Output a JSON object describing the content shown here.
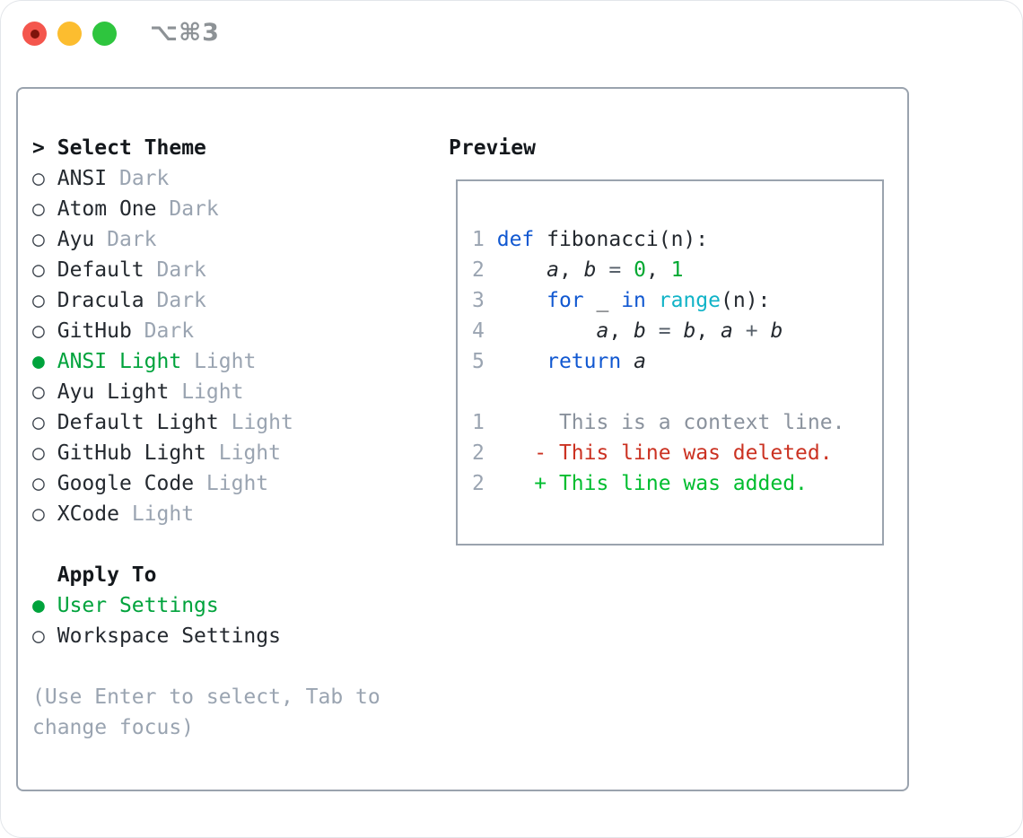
{
  "window": {
    "title": "⌥⌘3",
    "traffic_lights": [
      {
        "name": "close",
        "color": "#f4564d"
      },
      {
        "name": "minimize",
        "color": "#fcbd2f"
      },
      {
        "name": "zoom",
        "color": "#2ec53e"
      }
    ]
  },
  "panel": {
    "theme_section": {
      "prompt": ">",
      "header": "Select Theme",
      "themes": [
        {
          "name": "ANSI",
          "variant": "Dark",
          "selected": false
        },
        {
          "name": "Atom One",
          "variant": "Dark",
          "selected": false
        },
        {
          "name": "Ayu",
          "variant": "Dark",
          "selected": false
        },
        {
          "name": "Default",
          "variant": "Dark",
          "selected": false
        },
        {
          "name": "Dracula",
          "variant": "Dark",
          "selected": false
        },
        {
          "name": "GitHub",
          "variant": "Dark",
          "selected": false
        },
        {
          "name": "ANSI Light",
          "variant": "Light",
          "selected": true
        },
        {
          "name": "Ayu Light",
          "variant": "Light",
          "selected": false
        },
        {
          "name": "Default Light",
          "variant": "Light",
          "selected": false
        },
        {
          "name": "GitHub Light",
          "variant": "Light",
          "selected": false
        },
        {
          "name": "Google Code",
          "variant": "Light",
          "selected": false
        },
        {
          "name": "XCode",
          "variant": "Light",
          "selected": false
        }
      ]
    },
    "apply_section": {
      "header": "Apply To",
      "options": [
        {
          "label": "User Settings",
          "selected": true
        },
        {
          "label": "Workspace Settings",
          "selected": false
        }
      ]
    },
    "help_lines": [
      "(Use Enter to select, Tab to",
      "change focus)"
    ],
    "preview": {
      "header": "Preview",
      "code_lines": [
        {
          "tokens": [
            [
              "1",
              "num"
            ],
            [
              " ",
              "fg"
            ],
            [
              "def",
              "kw"
            ],
            [
              " fibonacci(n):",
              "fg"
            ]
          ]
        },
        {
          "tokens": [
            [
              "2",
              "num"
            ],
            [
              "     ",
              "fg"
            ],
            [
              "a",
              "var"
            ],
            [
              ", ",
              "fg"
            ],
            [
              "b",
              "var"
            ],
            [
              " ",
              "fg"
            ],
            [
              "=",
              "op"
            ],
            [
              " ",
              "fg"
            ],
            [
              "0",
              "lit"
            ],
            [
              ", ",
              "fg"
            ],
            [
              "1",
              "lit"
            ]
          ]
        },
        {
          "tokens": [
            [
              "3",
              "num"
            ],
            [
              "     ",
              "fg"
            ],
            [
              "for",
              "kw"
            ],
            [
              " _ ",
              "fg"
            ],
            [
              "in",
              "kw"
            ],
            [
              " ",
              "fg"
            ],
            [
              "range",
              "fn"
            ],
            [
              "(n):",
              "fg"
            ]
          ]
        },
        {
          "tokens": [
            [
              "4",
              "num"
            ],
            [
              "         ",
              "fg"
            ],
            [
              "a",
              "var"
            ],
            [
              ", ",
              "fg"
            ],
            [
              "b",
              "var"
            ],
            [
              " ",
              "fg"
            ],
            [
              "=",
              "op"
            ],
            [
              " ",
              "fg"
            ],
            [
              "b",
              "var"
            ],
            [
              ", ",
              "fg"
            ],
            [
              "a",
              "var"
            ],
            [
              " ",
              "fg"
            ],
            [
              "+",
              "op"
            ],
            [
              " ",
              "fg"
            ],
            [
              "b",
              "var"
            ]
          ]
        },
        {
          "tokens": [
            [
              "5",
              "num"
            ],
            [
              "     ",
              "fg"
            ],
            [
              "return",
              "kw"
            ],
            [
              " ",
              "fg"
            ],
            [
              "a",
              "var"
            ]
          ]
        },
        {
          "tokens": []
        },
        {
          "tokens": [
            [
              "1",
              "num"
            ],
            [
              "      ",
              "fg"
            ],
            [
              "This is a context line.",
              "ctx"
            ]
          ]
        },
        {
          "tokens": [
            [
              "2",
              "num"
            ],
            [
              "    ",
              "fg"
            ],
            [
              "- This line was deleted.",
              "del"
            ]
          ]
        },
        {
          "tokens": [
            [
              "2",
              "num"
            ],
            [
              "    ",
              "fg"
            ],
            [
              "+ This line was added.",
              "add"
            ]
          ]
        }
      ]
    }
  },
  "icons": {
    "radio_selected": "●",
    "radio_unselected": "○"
  },
  "colors": {
    "text": "#24292f",
    "muted_gray": "#9aa4b1",
    "accent_green": "#00a33c",
    "keyword_blue": "#1158d1",
    "function_cyan": "#10b3c7",
    "literal_green": "#03a831",
    "operator_gray": "#57606a",
    "context_gray": "#8a929d",
    "diff_removed_red": "#cb3222",
    "diff_added_green": "#00bd2f",
    "box_border": "#9aa3ae",
    "traffic_close": "#f4564d",
    "traffic_minimize": "#fcbd2f",
    "traffic_zoom": "#2ec53e"
  }
}
